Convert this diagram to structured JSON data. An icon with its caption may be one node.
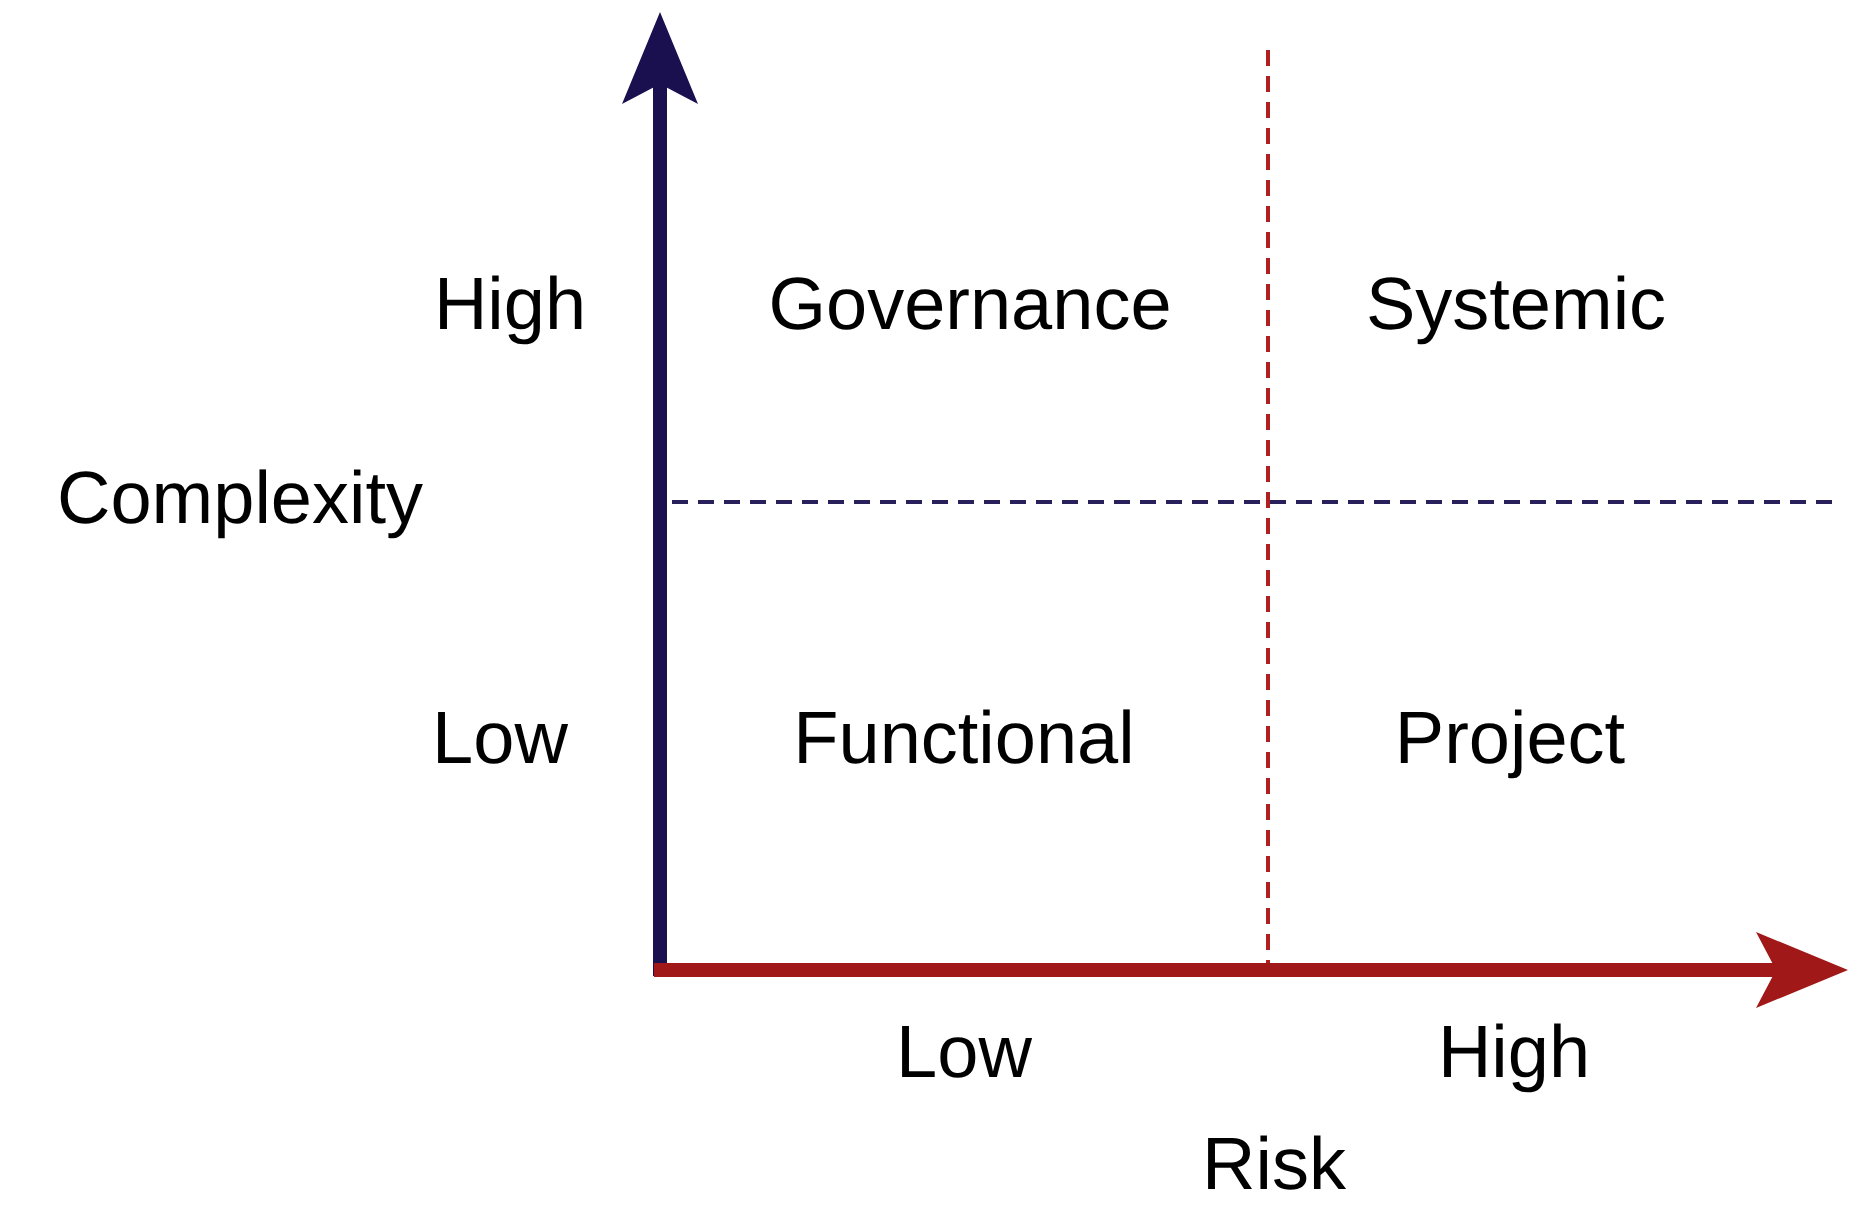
{
  "diagram": {
    "labels": [
      "High",
      "Governance",
      "Systemic",
      "Complexity",
      "Low",
      "Functional",
      "Project",
      "Low",
      "High",
      "Risk"
    ]
  }
}
